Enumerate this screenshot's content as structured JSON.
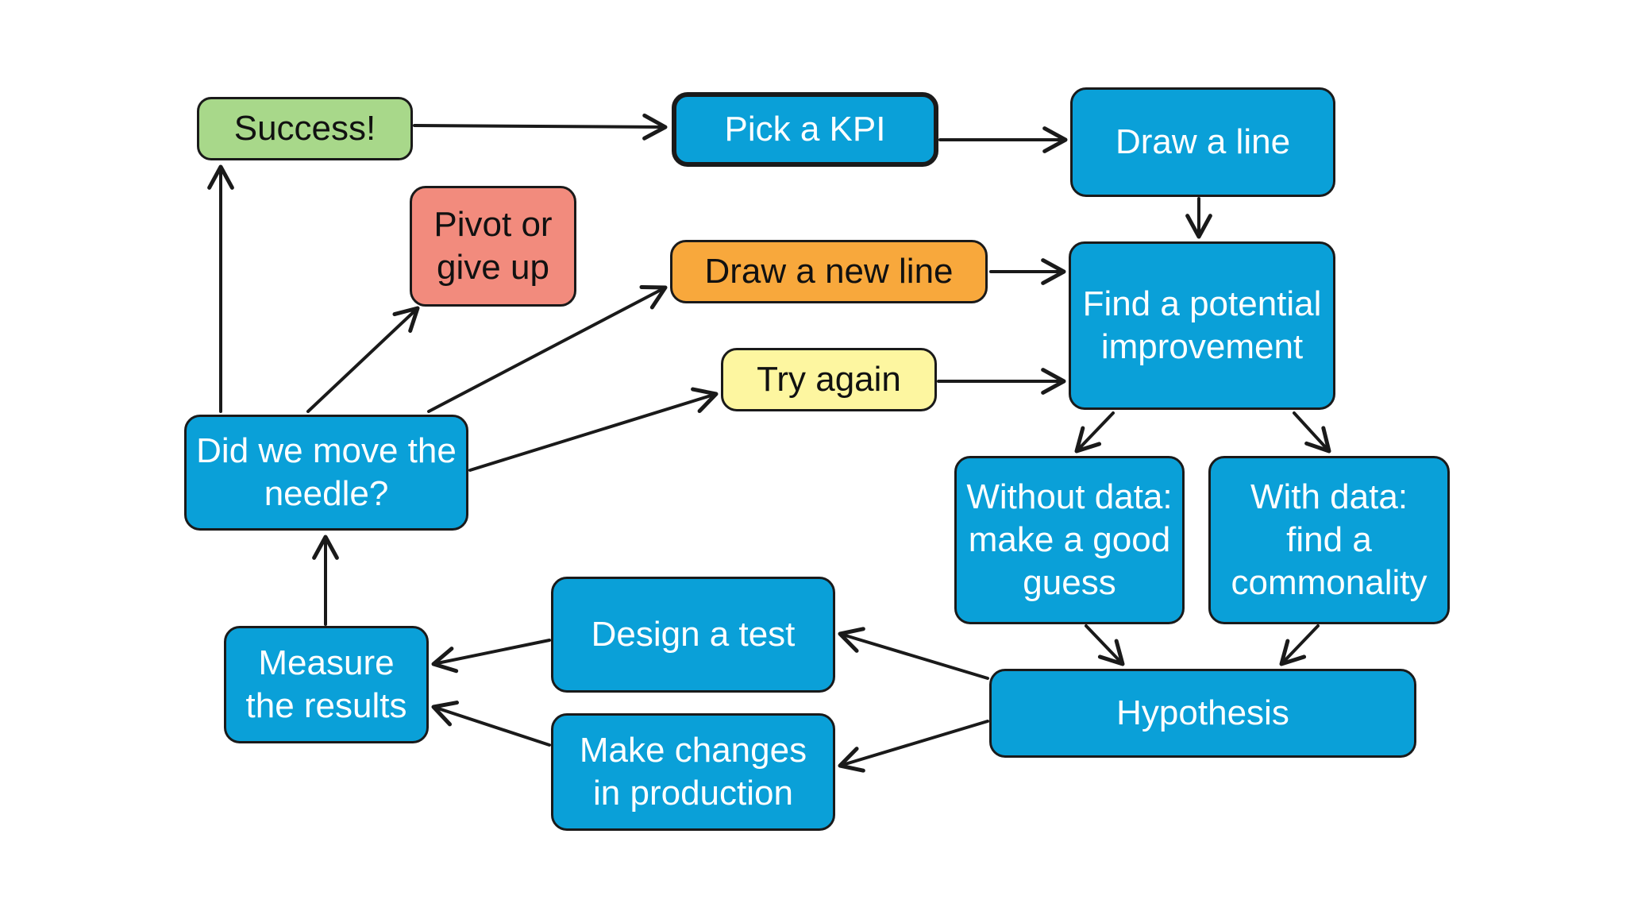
{
  "colors": {
    "blue": "#0aa0d8",
    "green": "#a8d88a",
    "red": "#f28b7d",
    "orange": "#f8a83c",
    "yellow": "#fdf6a0",
    "stroke": "#1a1a1a"
  },
  "nodes": {
    "success": {
      "label": "Success!",
      "color": "green"
    },
    "pick_kpi": {
      "label": "Pick a KPI",
      "color": "blue"
    },
    "draw_line": {
      "label": "Draw a line",
      "color": "blue"
    },
    "pivot": {
      "label": "Pivot or\ngive up",
      "color": "red"
    },
    "draw_new_line": {
      "label": "Draw a new line",
      "color": "orange"
    },
    "find_improvement": {
      "label": "Find a potential\nimprovement",
      "color": "blue"
    },
    "try_again": {
      "label": "Try again",
      "color": "yellow"
    },
    "moved_needle": {
      "label": "Did we move the\nneedle?",
      "color": "blue"
    },
    "without_data": {
      "label": "Without data:\nmake a good\nguess",
      "color": "blue"
    },
    "with_data": {
      "label": "With data:\nfind a\ncommonality",
      "color": "blue"
    },
    "design_test": {
      "label": "Design a test",
      "color": "blue"
    },
    "measure": {
      "label": "Measure\nthe results",
      "color": "blue"
    },
    "hypothesis": {
      "label": "Hypothesis",
      "color": "blue"
    },
    "make_changes": {
      "label": "Make changes\nin production",
      "color": "blue"
    }
  },
  "edges": [
    {
      "from": "success",
      "to": "pick_kpi"
    },
    {
      "from": "pick_kpi",
      "to": "draw_line"
    },
    {
      "from": "draw_line",
      "to": "find_improvement"
    },
    {
      "from": "draw_new_line",
      "to": "find_improvement"
    },
    {
      "from": "try_again",
      "to": "find_improvement"
    },
    {
      "from": "find_improvement",
      "to": "without_data"
    },
    {
      "from": "find_improvement",
      "to": "with_data"
    },
    {
      "from": "without_data",
      "to": "hypothesis"
    },
    {
      "from": "with_data",
      "to": "hypothesis"
    },
    {
      "from": "hypothesis",
      "to": "design_test"
    },
    {
      "from": "hypothesis",
      "to": "make_changes"
    },
    {
      "from": "design_test",
      "to": "measure"
    },
    {
      "from": "make_changes",
      "to": "measure"
    },
    {
      "from": "measure",
      "to": "moved_needle"
    },
    {
      "from": "moved_needle",
      "to": "success"
    },
    {
      "from": "moved_needle",
      "to": "pivot"
    },
    {
      "from": "moved_needle",
      "to": "draw_new_line"
    },
    {
      "from": "moved_needle",
      "to": "try_again"
    }
  ]
}
